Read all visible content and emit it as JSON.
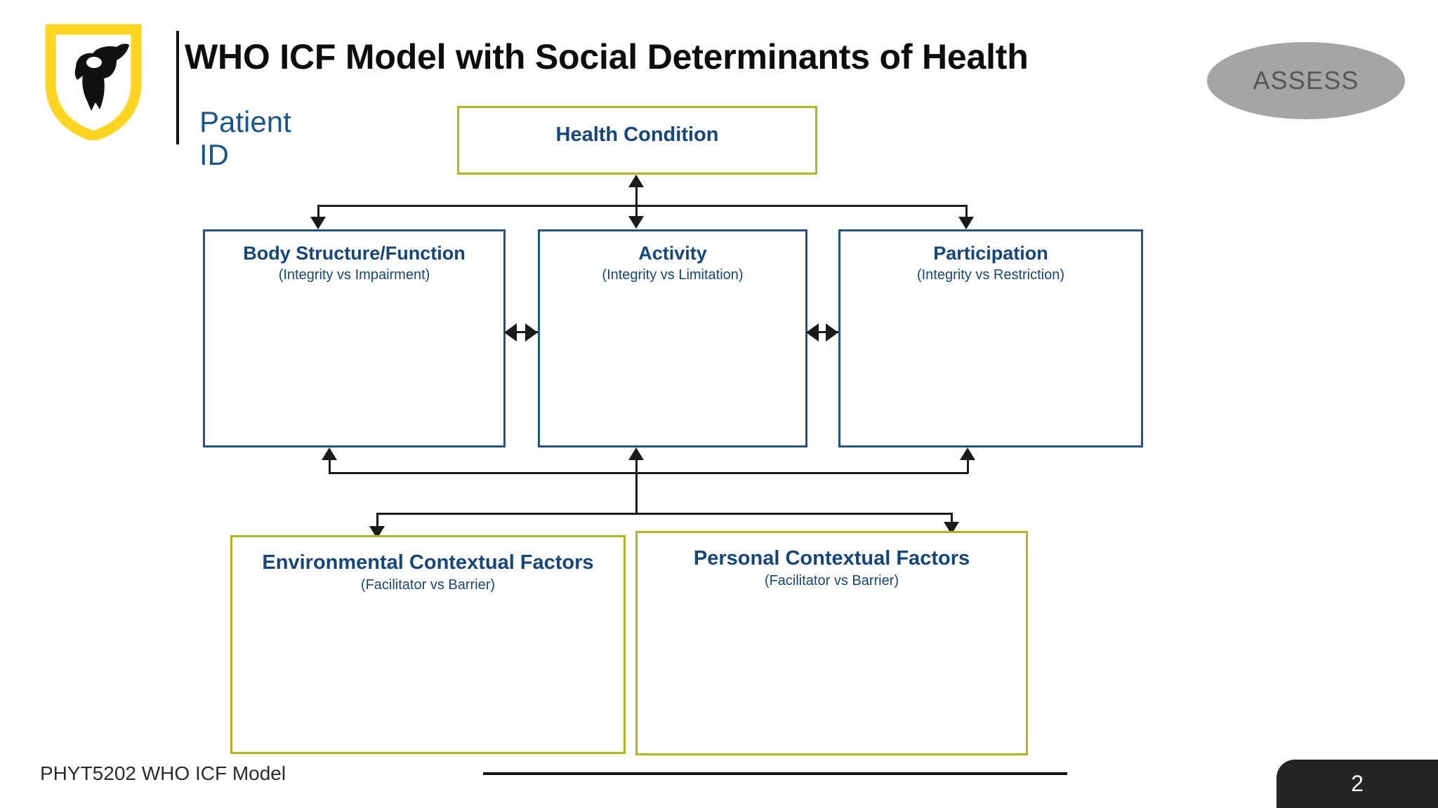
{
  "slide": {
    "title": "WHO ICF Model with Social Determinants of Health",
    "patient_label_line1": "Patient",
    "patient_label_line2": "ID",
    "phase_badge": "ASSESS",
    "footer_text": "PHYT5202 WHO ICF Model",
    "page_number": "2"
  },
  "colors": {
    "olive_border": "#b3b818",
    "blue_border": "#1f5490",
    "heading_blue": "#14467e",
    "badge_gray": "#a5a5a5",
    "logo_yellow": "#FFD520",
    "logo_black": "#111111",
    "page_tab_dark": "#242424"
  },
  "diagram": {
    "health_condition": {
      "title": "Health Condition",
      "subtitle": ""
    },
    "middle_row": [
      {
        "title": "Body Structure/Function",
        "subtitle": "(Integrity vs Impairment)"
      },
      {
        "title": "Activity",
        "subtitle": "(Integrity vs Limitation)"
      },
      {
        "title": "Participation",
        "subtitle": "(Integrity vs Restriction)"
      }
    ],
    "bottom_row": [
      {
        "title": "Environmental Contextual Factors",
        "subtitle": "(Facilitator vs Barrier)"
      },
      {
        "title": "Personal Contextual Factors",
        "subtitle": "(Facilitator vs Barrier)"
      }
    ]
  }
}
